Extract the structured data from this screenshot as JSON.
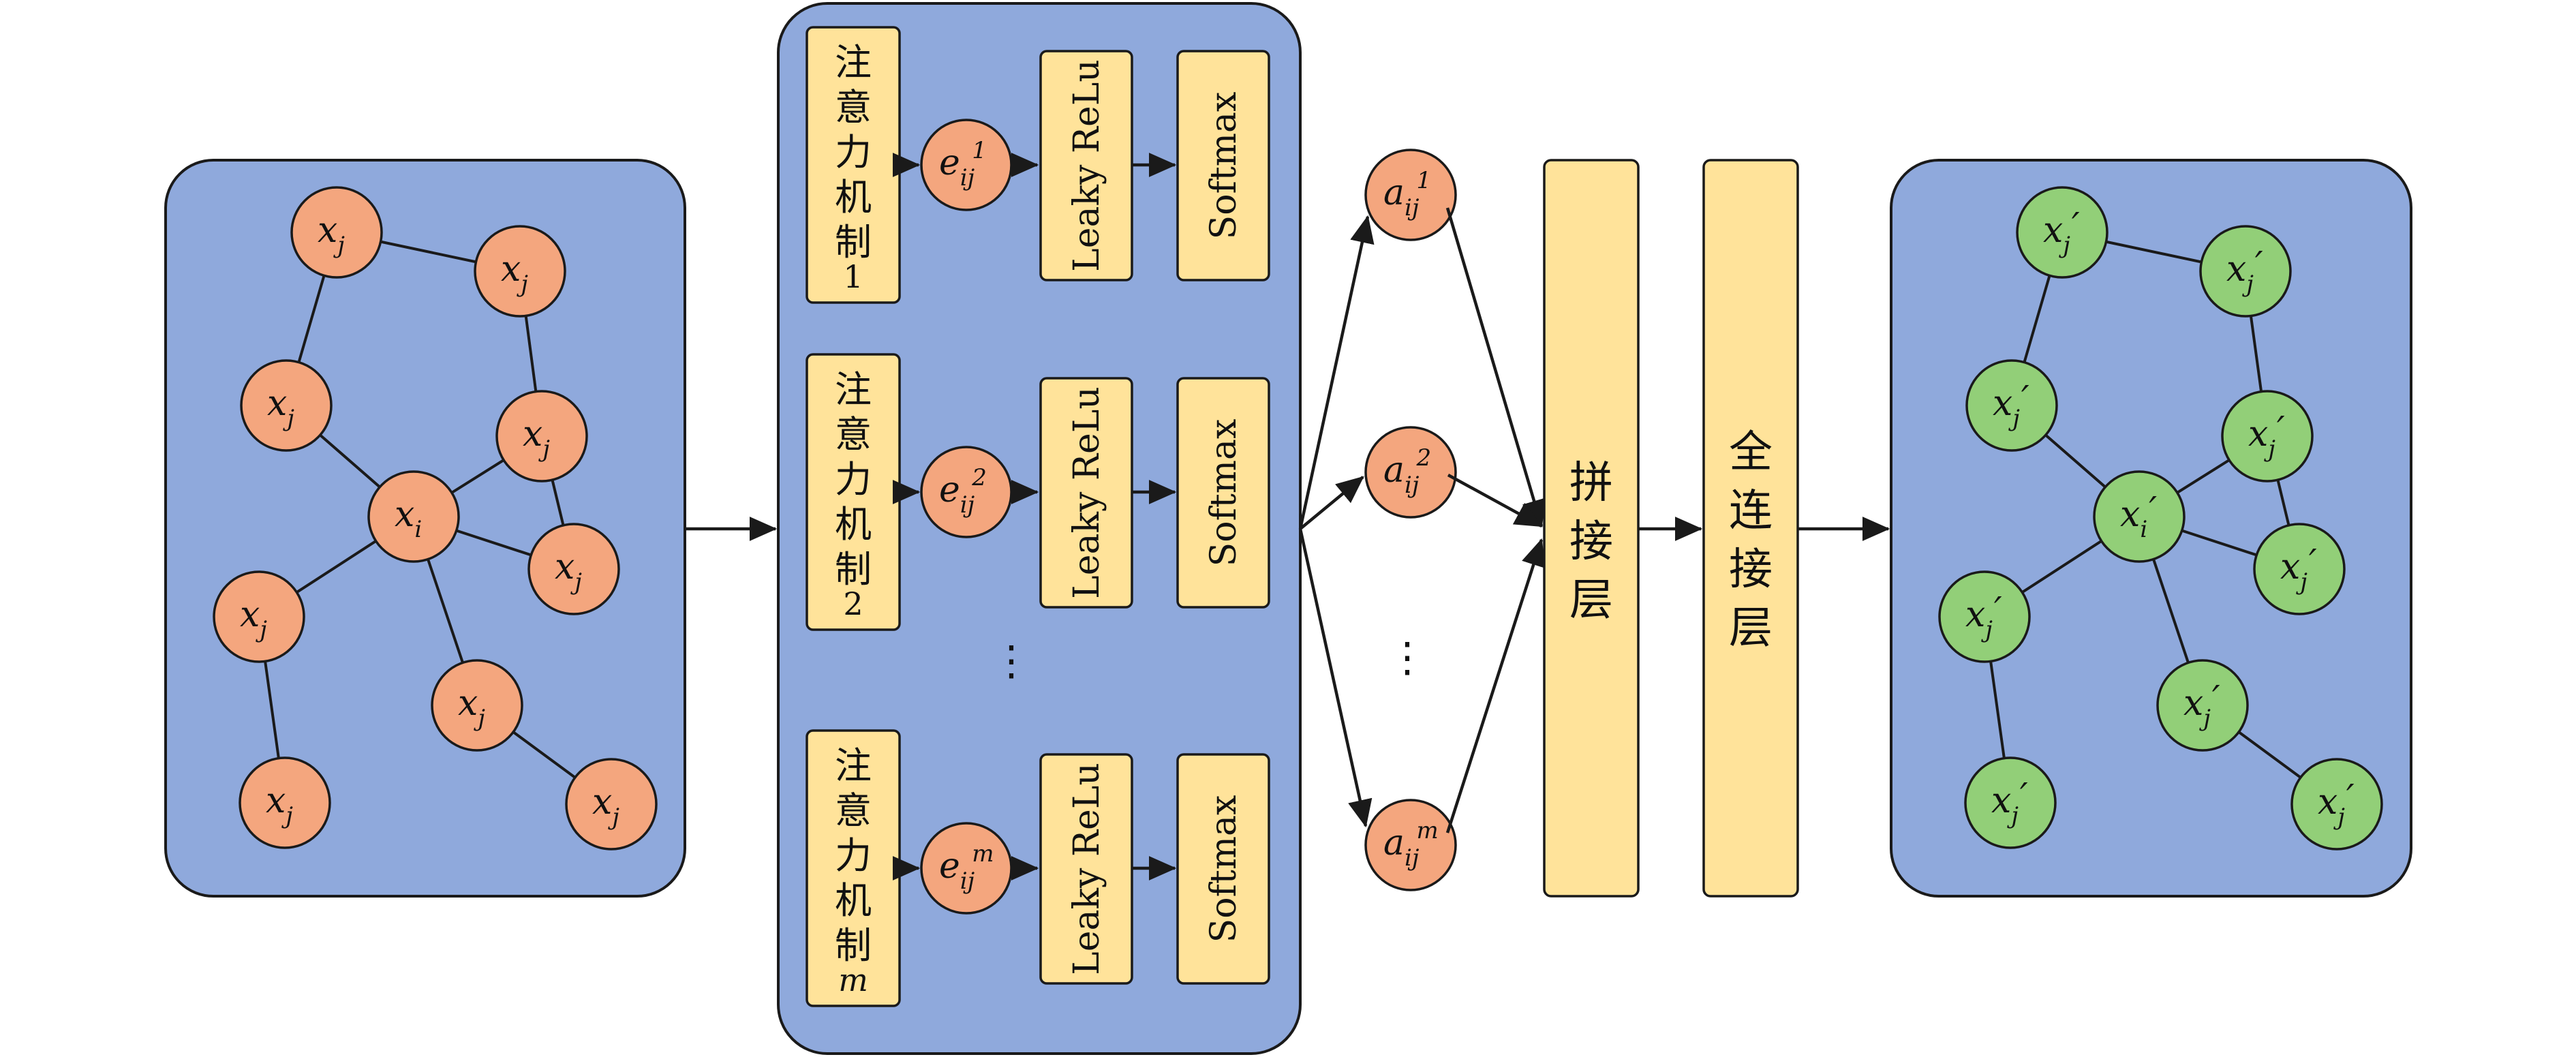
{
  "input_graph": {
    "nodes": [
      {
        "id": "n1",
        "main": "x",
        "sub": "j"
      },
      {
        "id": "n2",
        "main": "x",
        "sub": "j"
      },
      {
        "id": "n3",
        "main": "x",
        "sub": "j"
      },
      {
        "id": "n4",
        "main": "x",
        "sub": "j"
      },
      {
        "id": "n5",
        "main": "x",
        "sub": "i"
      },
      {
        "id": "n6",
        "main": "x",
        "sub": "j"
      },
      {
        "id": "n7",
        "main": "x",
        "sub": "j"
      },
      {
        "id": "n8",
        "main": "x",
        "sub": "j"
      },
      {
        "id": "n9",
        "main": "x",
        "sub": "j"
      },
      {
        "id": "n10",
        "main": "x",
        "sub": "j"
      }
    ]
  },
  "heads": [
    {
      "mech_chars": [
        "注",
        "意",
        "力",
        "机",
        "制"
      ],
      "mech_num": "1",
      "e_main": "e",
      "e_sub": "ij",
      "e_sup": "1"
    },
    {
      "mech_chars": [
        "注",
        "意",
        "力",
        "机",
        "制"
      ],
      "mech_num": "2",
      "e_main": "e",
      "e_sub": "ij",
      "e_sup": "2"
    },
    {
      "mech_chars": [
        "注",
        "意",
        "力",
        "机",
        "制"
      ],
      "mech_num": "m",
      "e_main": "e",
      "e_sub": "ij",
      "e_sup": "m"
    }
  ],
  "leaky_label": "Leaky ReLu",
  "softmax_label": "Softmax",
  "ellipsis": "⋮",
  "alphas": [
    {
      "main": "a",
      "sub": "ij",
      "sup": "1"
    },
    {
      "main": "a",
      "sub": "ij",
      "sup": "2"
    },
    {
      "main": "a",
      "sub": "ij",
      "sup": "m"
    }
  ],
  "concat_chars": [
    "拼",
    "接",
    "层"
  ],
  "fc_chars": [
    "全",
    "连",
    "接",
    "层"
  ],
  "output_graph": {
    "nodes": [
      {
        "id": "g1",
        "main": "x",
        "sub": "j",
        "prime": "′"
      },
      {
        "id": "g2",
        "main": "x",
        "sub": "j",
        "prime": "′"
      },
      {
        "id": "g3",
        "main": "x",
        "sub": "j",
        "prime": "′"
      },
      {
        "id": "g4",
        "main": "x",
        "sub": "j",
        "prime": "′"
      },
      {
        "id": "g5",
        "main": "x",
        "sub": "i",
        "prime": "′"
      },
      {
        "id": "g6",
        "main": "x",
        "sub": "j",
        "prime": "′"
      },
      {
        "id": "g7",
        "main": "x",
        "sub": "j",
        "prime": "′"
      },
      {
        "id": "g8",
        "main": "x",
        "sub": "j",
        "prime": "′"
      },
      {
        "id": "g9",
        "main": "x",
        "sub": "j",
        "prime": "′"
      },
      {
        "id": "g10",
        "main": "x",
        "sub": "j",
        "prime": "′"
      }
    ]
  },
  "colors": {
    "panel": "#8fa9dc",
    "node_input": "#f4a67e",
    "node_output": "#92cf78",
    "box": "#ffe39a"
  }
}
